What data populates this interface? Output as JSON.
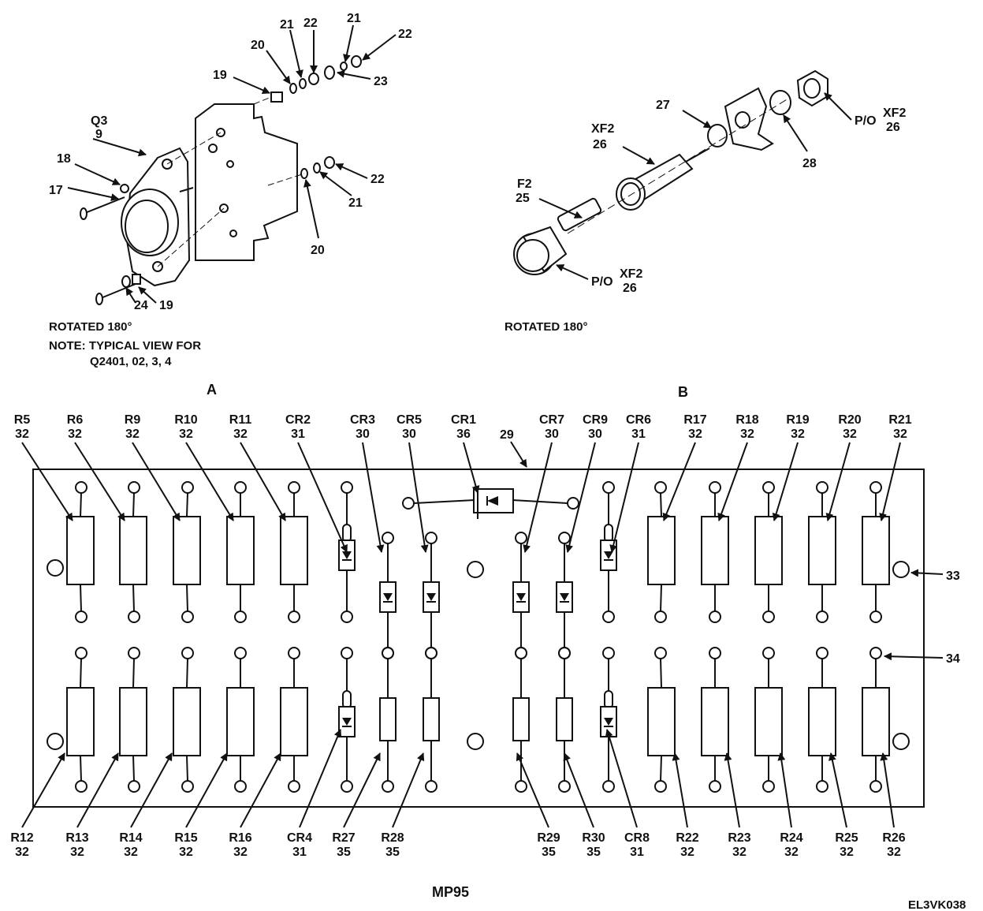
{
  "figure_a": {
    "callouts": {
      "q3_ref": "Q3",
      "q3_item": "9",
      "c18": "18",
      "c17": "17",
      "c19_top": "19",
      "c20_top": "20",
      "c21_a": "21",
      "c22_a": "22",
      "c21_b": "21",
      "c22_b": "22",
      "c23": "23",
      "c22_c": "22",
      "c21_c": "21",
      "c20_c": "20",
      "c24": "24",
      "c19_bot": "19"
    },
    "note_rotated": "ROTATED 180°",
    "note_line1": "NOTE: TYPICAL VIEW FOR",
    "note_line2": "Q2401, 02, 3, 4",
    "view_letter": "A"
  },
  "figure_b": {
    "callouts": {
      "c27": "27",
      "xf2_ref": "XF2",
      "xf2_item": "26",
      "f2_ref": "F2",
      "f2_item": "25",
      "c28": "28",
      "po_top_prefix": "P/O",
      "po_top_ref": "XF2",
      "po_top_item": "26",
      "po_bot_prefix": "P/O",
      "po_bot_ref": "XF2",
      "po_bot_item": "26"
    },
    "note_rotated": "ROTATED 180°",
    "view_letter": "B"
  },
  "board": {
    "board_item": "29",
    "callout_33": "33",
    "callout_34": "34",
    "top_labels": [
      {
        "ref": "R5",
        "item": "32"
      },
      {
        "ref": "R6",
        "item": "32"
      },
      {
        "ref": "R9",
        "item": "32"
      },
      {
        "ref": "R10",
        "item": "32"
      },
      {
        "ref": "R11",
        "item": "32"
      },
      {
        "ref": "CR2",
        "item": "31"
      },
      {
        "ref": "CR3",
        "item": "30"
      },
      {
        "ref": "CR5",
        "item": "30"
      },
      {
        "ref": "CR1",
        "item": "36"
      },
      {
        "ref": "CR7",
        "item": "30"
      },
      {
        "ref": "CR9",
        "item": "30"
      },
      {
        "ref": "CR6",
        "item": "31"
      },
      {
        "ref": "R17",
        "item": "32"
      },
      {
        "ref": "R18",
        "item": "32"
      },
      {
        "ref": "R19",
        "item": "32"
      },
      {
        "ref": "R20",
        "item": "32"
      },
      {
        "ref": "R21",
        "item": "32"
      }
    ],
    "bottom_labels": [
      {
        "ref": "R12",
        "item": "32"
      },
      {
        "ref": "R13",
        "item": "32"
      },
      {
        "ref": "R14",
        "item": "32"
      },
      {
        "ref": "R15",
        "item": "32"
      },
      {
        "ref": "R16",
        "item": "32"
      },
      {
        "ref": "CR4",
        "item": "31"
      },
      {
        "ref": "R27",
        "item": "35"
      },
      {
        "ref": "R28",
        "item": "35"
      },
      {
        "ref": "R29",
        "item": "35"
      },
      {
        "ref": "R30",
        "item": "35"
      },
      {
        "ref": "CR8",
        "item": "31"
      },
      {
        "ref": "R22",
        "item": "32"
      },
      {
        "ref": "R23",
        "item": "32"
      },
      {
        "ref": "R24",
        "item": "32"
      },
      {
        "ref": "R25",
        "item": "32"
      },
      {
        "ref": "R26",
        "item": "32"
      }
    ],
    "caption": "MP95"
  },
  "figure_code": "EL3VK038"
}
